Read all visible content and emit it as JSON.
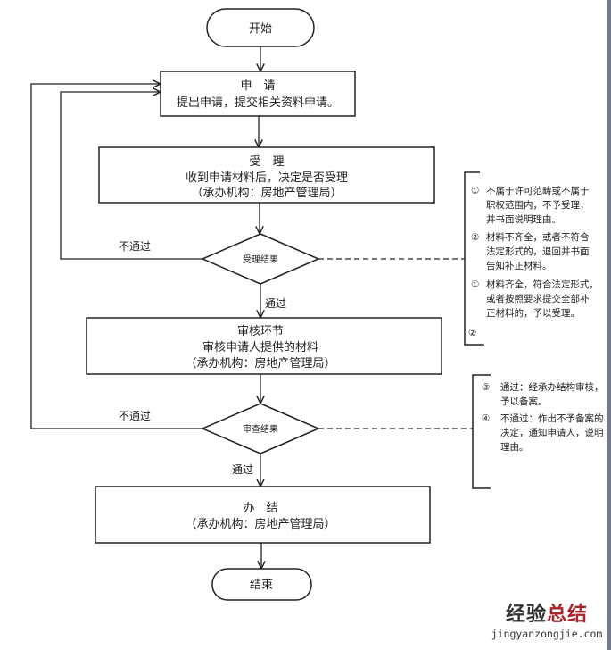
{
  "nodes": {
    "start": {
      "label": "开始"
    },
    "apply": {
      "title": "申　请",
      "lines": [
        "提出申请，提交相关资料申请。"
      ]
    },
    "accept": {
      "title": "受　理",
      "lines": [
        "收到申请材料后，决定是否受理",
        "（承办机构：房地产管理局）"
      ]
    },
    "accept_decision": {
      "label": "受理结果"
    },
    "review": {
      "title": "审核环节",
      "lines": [
        "审核申请人提供的材料",
        "（承办机构：房地产管理局）"
      ]
    },
    "review_decision": {
      "label": "审查结果"
    },
    "complete": {
      "title": "办　结",
      "lines": [
        "（承办机构：房地产管理局）"
      ]
    },
    "end": {
      "label": "结束"
    }
  },
  "edge_labels": {
    "accept_fail": "不通过",
    "accept_pass": "通过",
    "review_fail": "不通过",
    "review_pass": "通过"
  },
  "notes": {
    "accept": [
      {
        "marker": "①",
        "lines": [
          "不属于许可范畴或不属于",
          "职权范围内，不予受理，",
          "并书面说明理由。"
        ]
      },
      {
        "marker": "②",
        "lines": [
          "材料不齐全，或者不符合",
          "法定形式的，退回并书面",
          "告知补正材料。"
        ]
      },
      {
        "marker": "①",
        "lines": [
          "材料齐全，符合法定形式，",
          "或者按照要求提交全部补",
          "正材料的，予以受理。"
        ]
      },
      {
        "marker": "②",
        "lines": []
      }
    ],
    "review": [
      {
        "marker": "③",
        "lines": [
          "通过：经承办结构审核，",
          "予以备案。"
        ]
      },
      {
        "marker": "④",
        "lines": [
          "不通过：作出不予备案的",
          "决定，通知申请人，说明",
          "理由。"
        ]
      }
    ]
  },
  "watermark": {
    "cn_part1": "经验",
    "cn_part2": "总结",
    "url": "jingyanzongjie.com",
    "colors": {
      "dark": "#333333",
      "accent": "#a8262b"
    }
  }
}
